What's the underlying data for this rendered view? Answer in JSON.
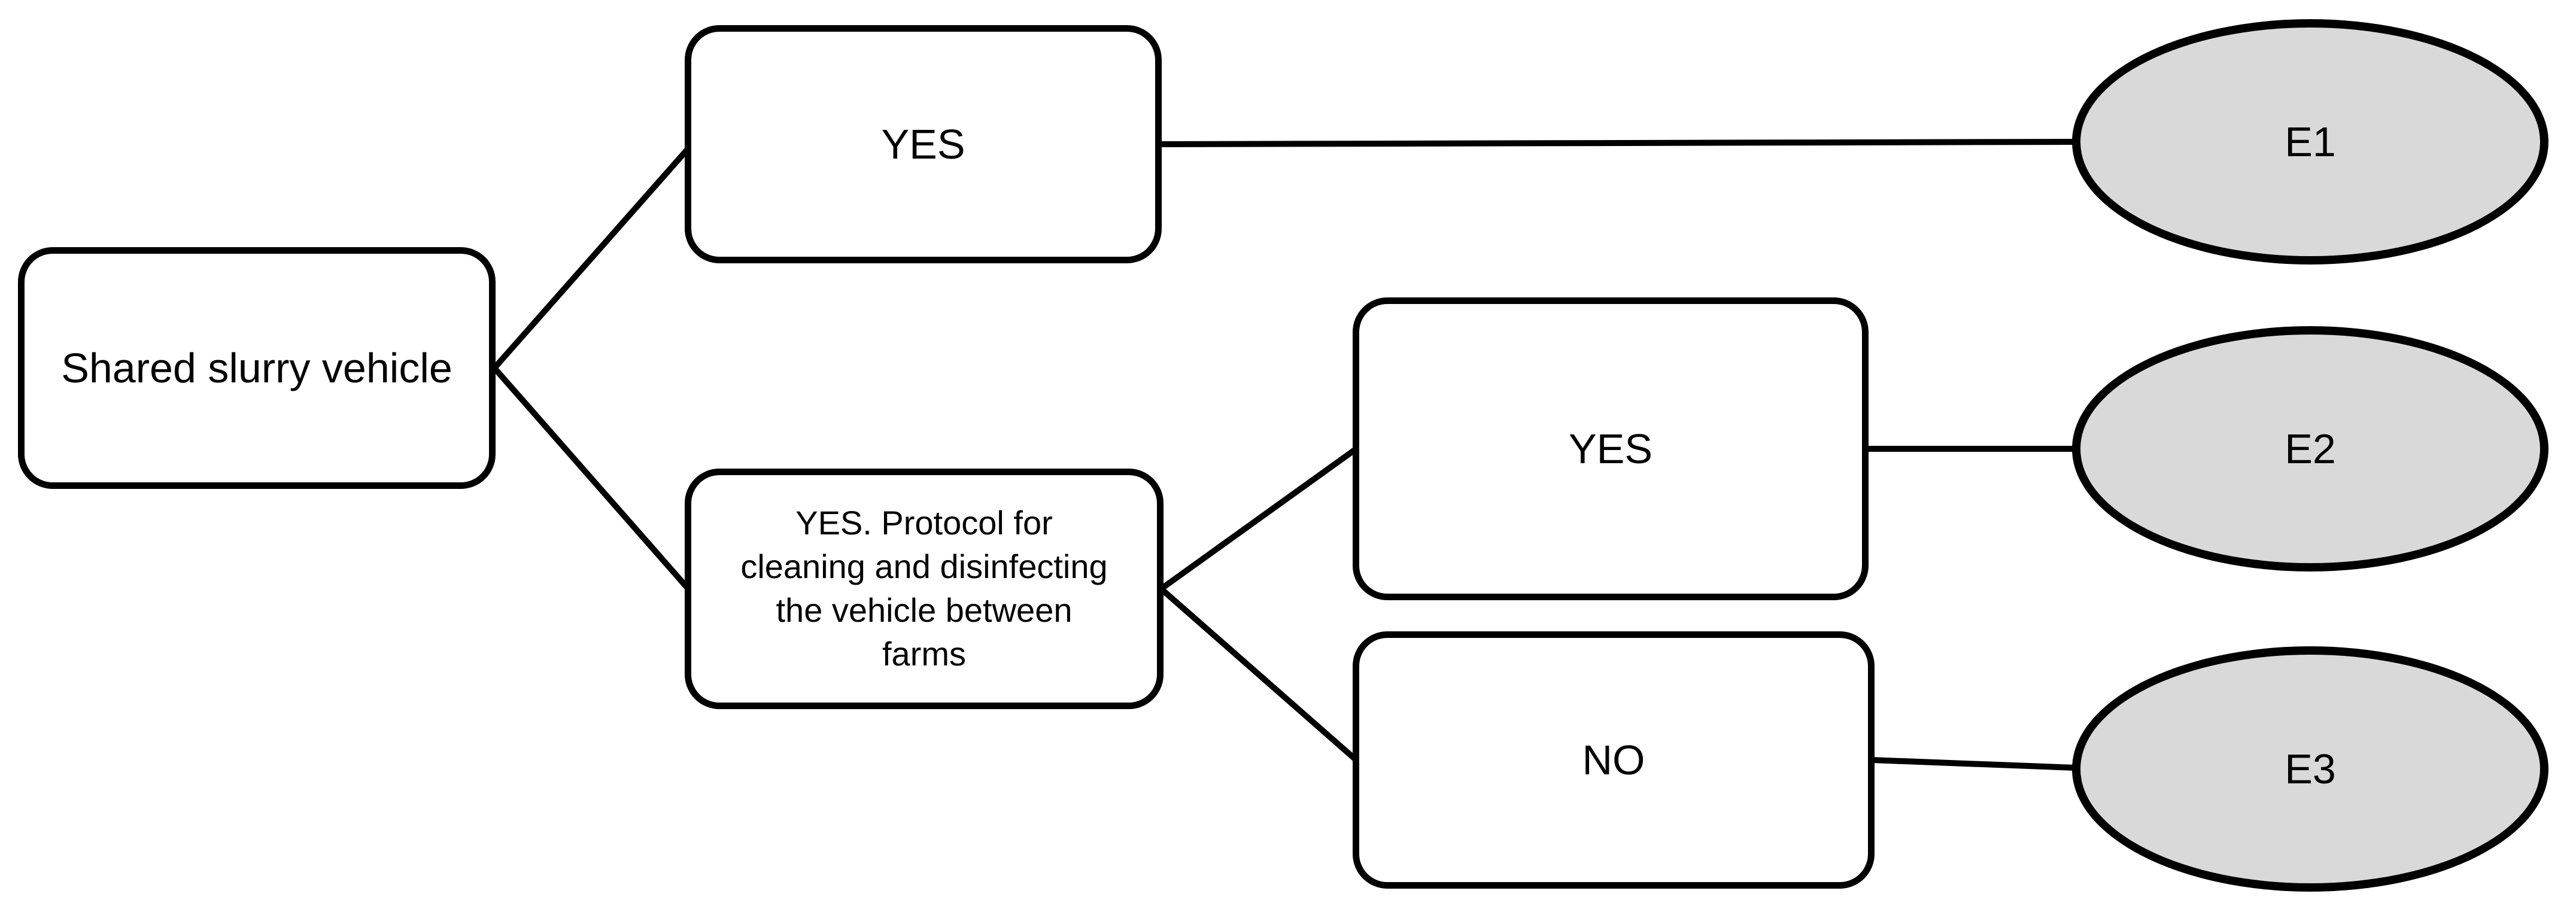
{
  "diagram": {
    "nodes": [
      {
        "id": "root",
        "label": "Shared slurry vehicle"
      },
      {
        "id": "yes-top",
        "label": "YES"
      },
      {
        "id": "protocol",
        "label": "YES. Protocol for\ncleaning and disinfecting\nthe vehicle between\nfarms"
      },
      {
        "id": "yes-mid",
        "label": "YES"
      },
      {
        "id": "no",
        "label": "NO"
      }
    ],
    "endpoints": [
      {
        "id": "e1",
        "label": "E1"
      },
      {
        "id": "e2",
        "label": "E2"
      },
      {
        "id": "e3",
        "label": "E3"
      }
    ],
    "colors": {
      "stroke": "#000000",
      "node_fill": "#ffffff",
      "endpoint_fill": "#d9d9d9",
      "background": "#ffffff"
    }
  }
}
